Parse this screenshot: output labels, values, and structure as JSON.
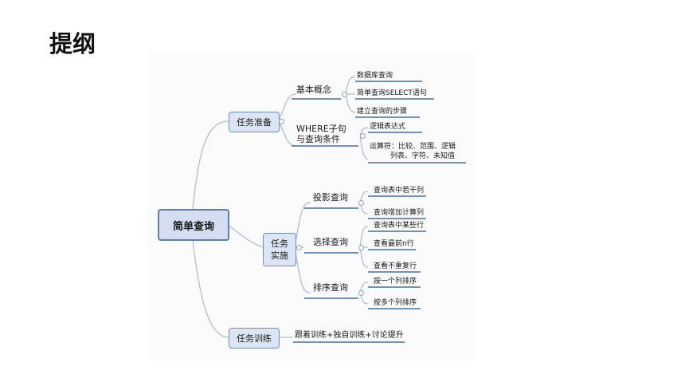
{
  "page": {
    "title": "提纲"
  },
  "mindmap": {
    "root": "简单查询",
    "branches": [
      {
        "label": "任务准备",
        "children": [
          {
            "label": "基本概念",
            "items": [
              "数据库查询",
              "简单查询SELECT语句",
              "建立查询的步骤"
            ]
          },
          {
            "label_lines": [
              "WHERE子句",
              "与查询条件"
            ],
            "items": [
              "逻辑表达式"
            ],
            "items_multi": [
              [
                "运算符：比较、范围、逻辑",
                "列表、字符、未知值"
              ]
            ]
          }
        ]
      },
      {
        "label_lines": [
          "任务",
          "实施"
        ],
        "children": [
          {
            "label": "投影查询",
            "items": [
              "查询表中若干列",
              "查询增加计算列"
            ]
          },
          {
            "label": "选择查询",
            "items": [
              "查询表中某些行",
              "查看最前n行",
              "查看不重复行"
            ]
          },
          {
            "label": "排序查询",
            "items": [
              "按一个列排序",
              "按多个列排序"
            ]
          }
        ]
      },
      {
        "label": "任务训练",
        "items": [
          "跟着训练+独自训练+讨论提升"
        ]
      }
    ]
  },
  "colors": {
    "line": "#5b86bf",
    "node_fill": "#dbe5f3",
    "node_border": "#6f8fb8"
  }
}
